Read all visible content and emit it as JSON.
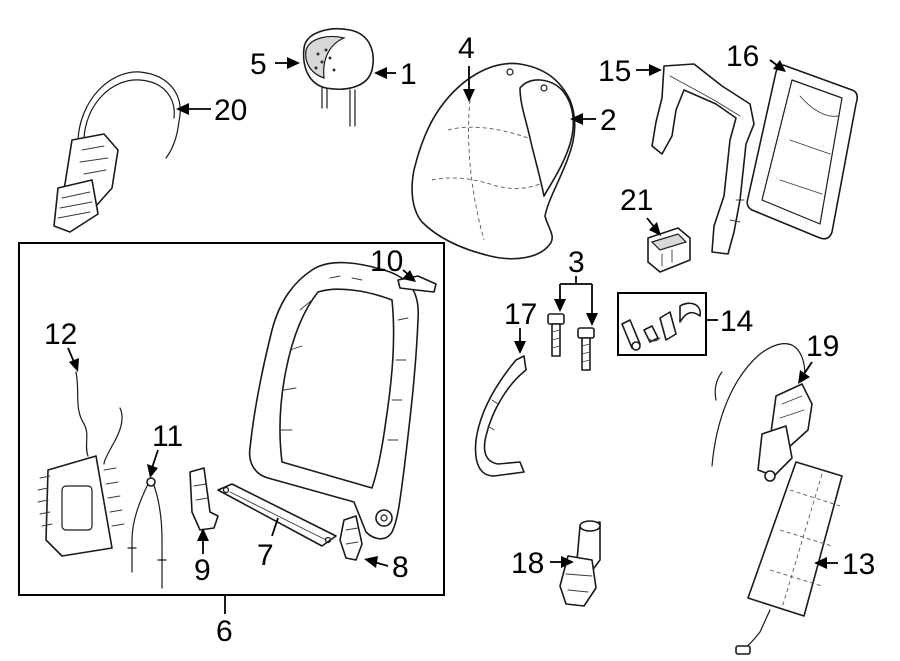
{
  "diagram": {
    "callouts": {
      "c1": "1",
      "c2": "2",
      "c3": "3",
      "c4": "4",
      "c5": "5",
      "c6": "6",
      "c7": "7",
      "c8": "8",
      "c9": "9",
      "c10": "10",
      "c11": "11",
      "c12": "12",
      "c13": "13",
      "c14": "14",
      "c15": "15",
      "c16": "16",
      "c17": "17",
      "c18": "18",
      "c19": "19",
      "c20": "20",
      "c21": "21"
    },
    "colors": {
      "line": "#1a1a1a",
      "background": "#ffffff"
    }
  }
}
